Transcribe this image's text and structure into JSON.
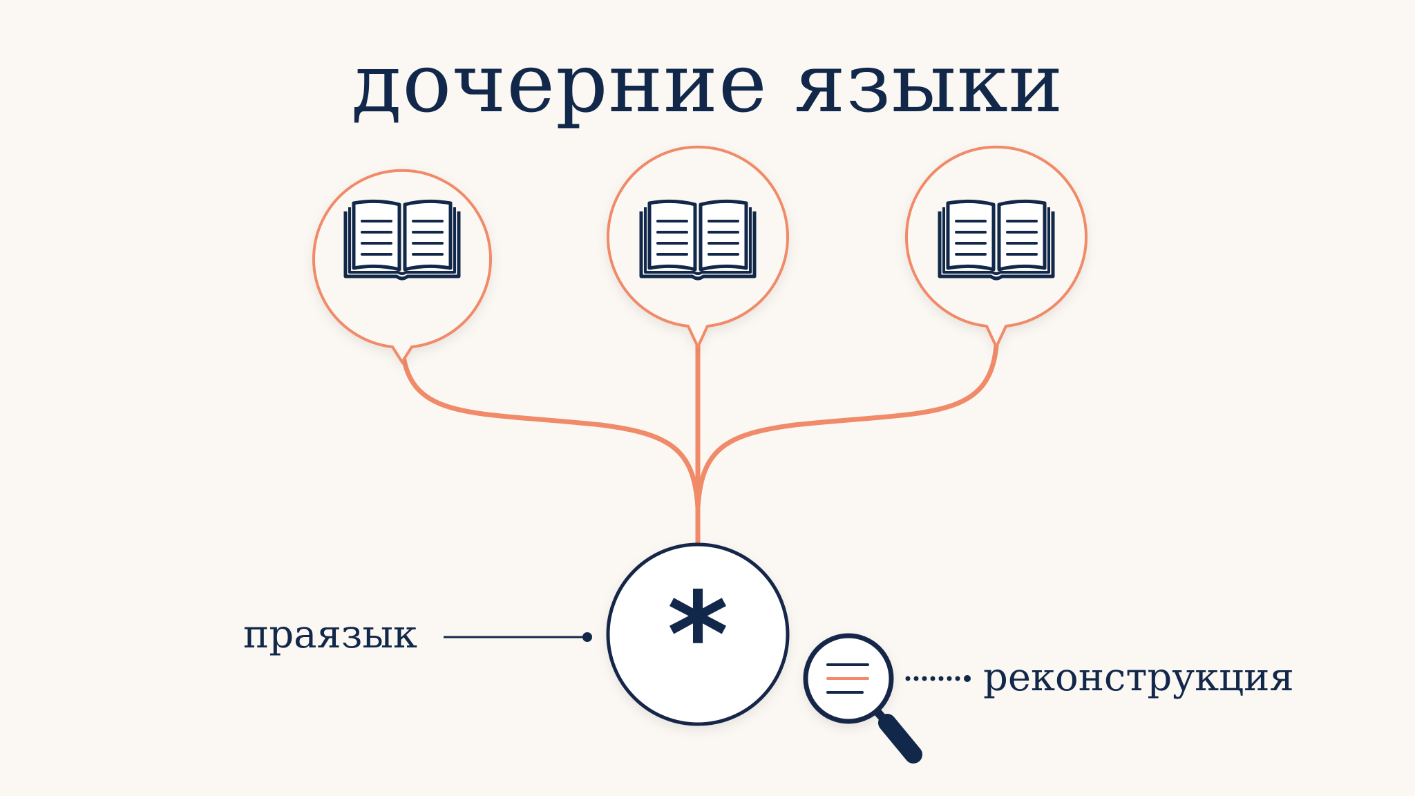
{
  "title": "дочерние языки",
  "proto_language_label": "праязык",
  "reconstruction_label": "реконструкция",
  "root_symbol": "*",
  "colors": {
    "navy": "#12284a",
    "coral": "#f08a68",
    "background": "#fbf8f3"
  },
  "icons": {
    "daughter_languages": [
      "open-book-icon",
      "open-book-icon",
      "open-book-icon"
    ],
    "reconstruction": "magnifying-glass-icon"
  }
}
